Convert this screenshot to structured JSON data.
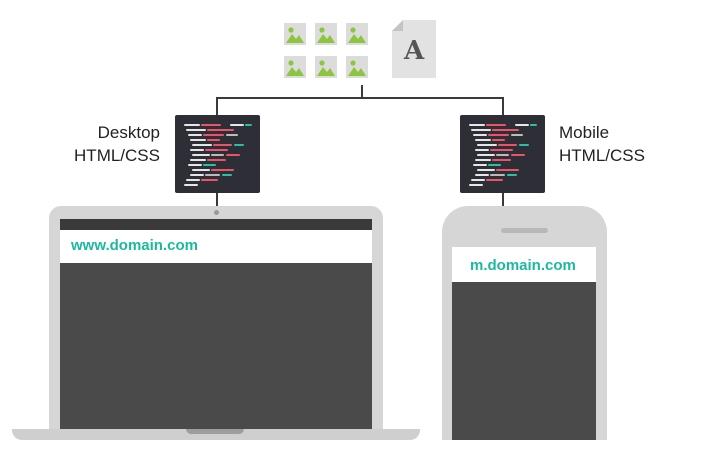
{
  "assets": {
    "image_icon": "image-placeholder-icon",
    "font_icon": "font-file-icon",
    "font_glyph": "A"
  },
  "desktop": {
    "label_line1": "Desktop",
    "label_line2": "HTML/CSS",
    "url": "www.domain.com"
  },
  "mobile": {
    "label_line1": "Mobile",
    "label_line2": "HTML/CSS",
    "url": "m.domain.com"
  },
  "colors": {
    "url_text": "#1bb99e",
    "code_bg": "#2e2f36",
    "screen_dark": "#4a4a4a",
    "device_frame": "#d6d6d6"
  }
}
